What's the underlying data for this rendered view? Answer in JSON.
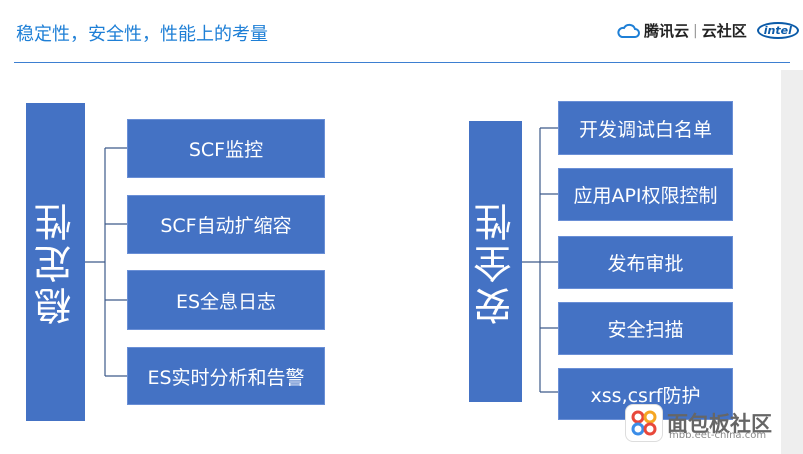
{
  "header": {
    "title": "稳定性，安全性，性能上的考量"
  },
  "logo": {
    "brand": "腾讯云",
    "brand2": "云社区",
    "intel": "intel"
  },
  "stability": {
    "label": "稳定性",
    "items": [
      "SCF监控",
      "SCF自动扩缩容",
      "ES全息日志",
      "ES实时分析和告警"
    ]
  },
  "security": {
    "label": "安全性",
    "items": [
      "开发调试白名单",
      "应用API权限控制",
      "发布审批",
      "安全扫描",
      "xss,csrf防护"
    ]
  },
  "watermark": {
    "text": "面包板社区",
    "url": "mbb.eet-china.com"
  },
  "colors": {
    "box": "#4472c4",
    "line": "#3d5a8a",
    "title": "#1e7fd6"
  }
}
